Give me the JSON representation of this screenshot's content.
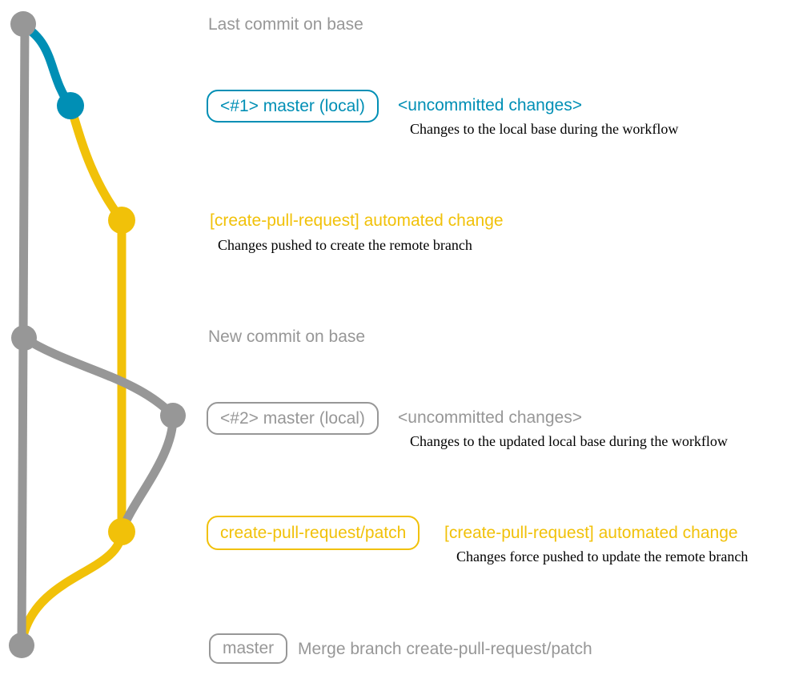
{
  "colors": {
    "gray": "#979797",
    "blue": "#008fb5",
    "yellow": "#f1c109",
    "note": "#000000",
    "bg": "#ffffff"
  },
  "sections": {
    "last_commit": {
      "label": "Last commit on base"
    },
    "commit1": {
      "branch_tag": "<#1> master (local)",
      "status": "<uncommitted changes>",
      "note": "Changes to the local base during the workflow"
    },
    "push1": {
      "label": "[create-pull-request] automated change",
      "note": "Changes pushed to create the remote branch"
    },
    "new_commit": {
      "label": "New commit on base"
    },
    "commit2": {
      "branch_tag": "<#2> master (local)",
      "status": "<uncommitted changes>",
      "note": "Changes to the updated local base during the workflow"
    },
    "push2": {
      "branch_tag": "create-pull-request/patch",
      "label": "[create-pull-request] automated change",
      "note": "Changes force pushed to update the remote branch"
    },
    "merge": {
      "branch_tag": "master",
      "label": "Merge branch create-pull-request/patch"
    }
  }
}
